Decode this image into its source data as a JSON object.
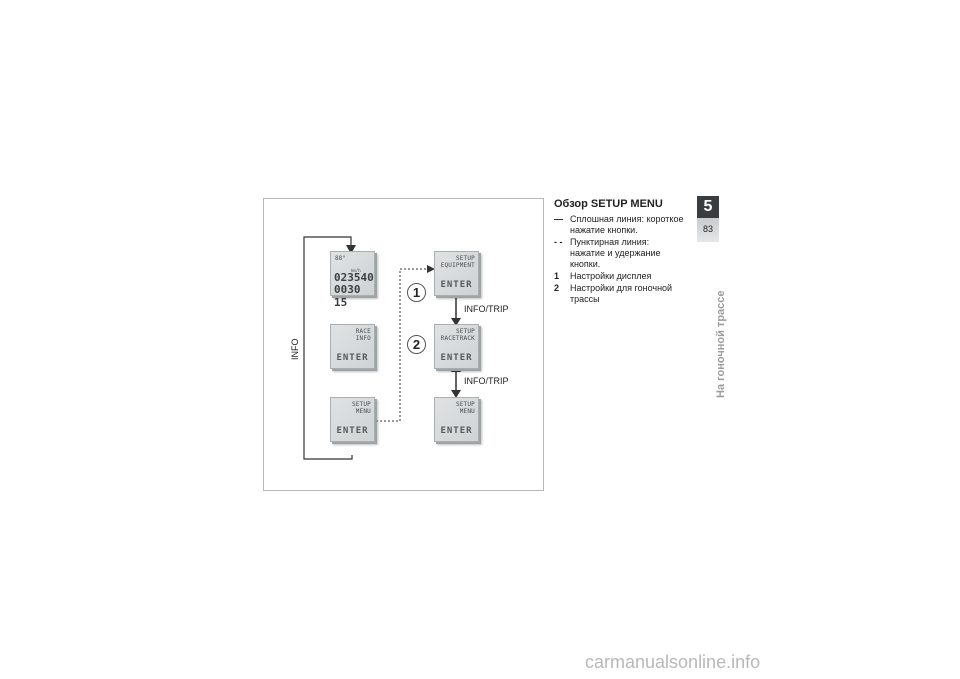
{
  "heading": "Обзор SETUP MENU",
  "legend": [
    {
      "key": "—",
      "text": "Сплошная линия: короткое нажатие кнопки."
    },
    {
      "key": "- -",
      "text": "Пунктирная линия: нажатие и удержание кнопки."
    },
    {
      "key": "1",
      "text": "Настройки дисплея"
    },
    {
      "key": "2",
      "text": "Настройки для гоночной трассы"
    }
  ],
  "chapter": {
    "number": "5",
    "page": "83",
    "title": "На гоночной трассе"
  },
  "figure": {
    "info_label": "INFO",
    "info_trip_1": "INFO/TRIP",
    "info_trip_2": "INFO/TRIP",
    "callout_1": "1",
    "callout_2": "2",
    "screens": {
      "odo": {
        "temp": "88°",
        "line1": "023540",
        "line2": "0030 15",
        "tiny": "km/h"
      },
      "race_info": {
        "line1": "RACE",
        "line2": "INFO",
        "enter": "ENTER"
      },
      "setup_menu_left": {
        "line1": "SETUP",
        "line2": "MENU",
        "enter": "ENTER"
      },
      "setup_equipment": {
        "line1": "SETUP",
        "line2": "EQUIPMENT",
        "enter": "ENTER"
      },
      "setup_racetrack": {
        "line1": "SETUP",
        "line2": "RACETRACK",
        "enter": "ENTER"
      },
      "setup_menu_right": {
        "line1": "SETUP",
        "line2": "MENU",
        "enter": "ENTER"
      }
    }
  },
  "watermark": "carmanualsonline.info"
}
